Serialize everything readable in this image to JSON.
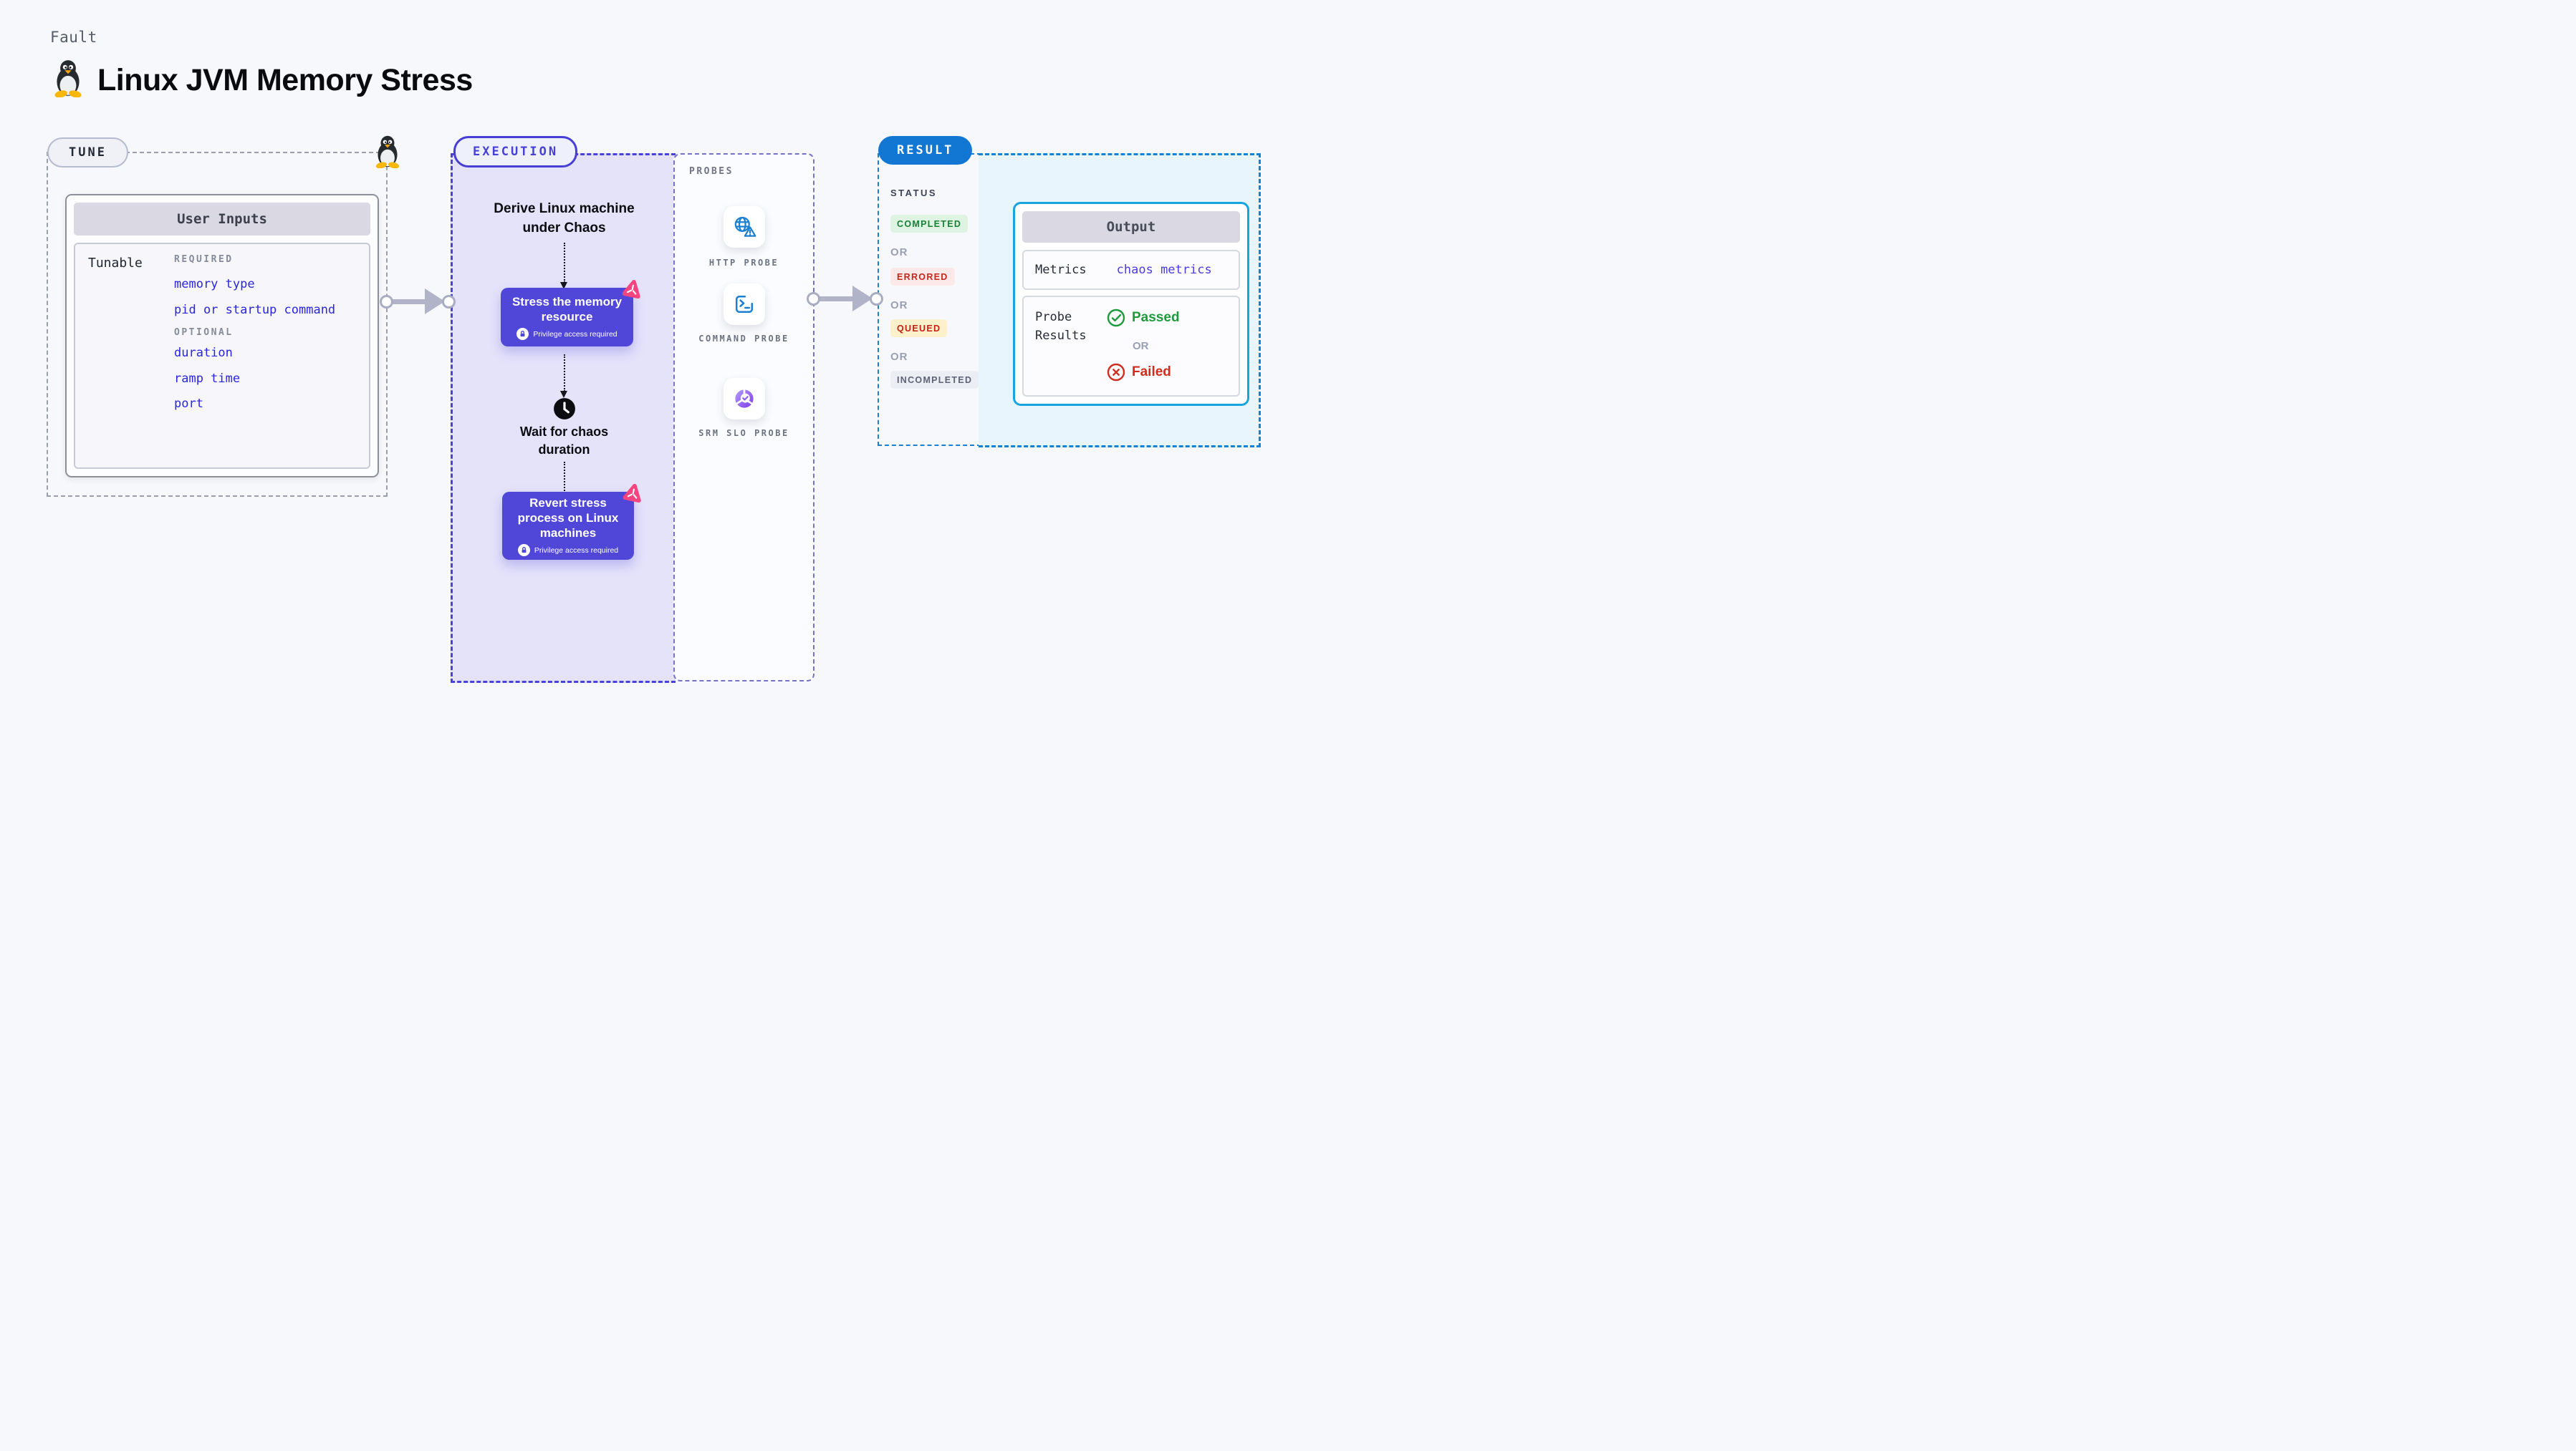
{
  "header": {
    "fault_label": "Fault",
    "title": "Linux JVM Memory Stress"
  },
  "tune": {
    "badge": "TUNE",
    "panel_title": "User Inputs",
    "row_label": "Tunable",
    "required_heading": "REQUIRED",
    "required_items": [
      "memory type",
      "pid or startup command"
    ],
    "optional_heading": "OPTIONAL",
    "optional_items": [
      "duration",
      "ramp time",
      "port"
    ],
    "link_color": "#2a24e4"
  },
  "execution": {
    "badge": "EXECUTION",
    "entry_label": "Derive Linux machine under Chaos",
    "step1": {
      "label": "Stress the memory resource",
      "note": "Privilege access required"
    },
    "wait_label": "Wait for chaos duration",
    "step2": {
      "label": "Revert stress process on Linux machines",
      "note": "Privilege access required"
    },
    "node_color": "#5046d8",
    "badge_color": "#473fd6"
  },
  "probes": {
    "heading": "PROBES",
    "items": [
      {
        "label": "HTTP PROBE",
        "icon": "globe-alert-icon",
        "color": "#1b7fd2"
      },
      {
        "label": "COMMAND PROBE",
        "icon": "terminal-icon",
        "color": "#1b7fd2"
      },
      {
        "label": "SRM SLO PROBE",
        "icon": "slo-gauge-icon",
        "color": "#7c3bed"
      }
    ]
  },
  "result": {
    "badge": "RESULT",
    "badge_color": "#1277d3",
    "status_heading": "STATUS",
    "or_label": "OR",
    "statuses": [
      {
        "label": "COMPLETED",
        "fg": "#1a7f37",
        "bg": "#def3e1"
      },
      {
        "label": "ERRORED",
        "fg": "#c5271c",
        "bg": "#fce9e8"
      },
      {
        "label": "QUEUED",
        "fg": "#c32014",
        "bg": "#fdf1cc"
      },
      {
        "label": "INCOMPLETED",
        "fg": "#5c6374",
        "bg": "#eceef5"
      }
    ],
    "output": {
      "title": "Output",
      "metrics_label": "Metrics",
      "metrics_value": "chaos metrics",
      "probe_results_label": "Probe Results",
      "passed_label": "Passed",
      "or_label": "OR",
      "failed_label": "Failed",
      "passed_color": "#1d9a3b",
      "failed_color": "#d22c1e"
    }
  }
}
